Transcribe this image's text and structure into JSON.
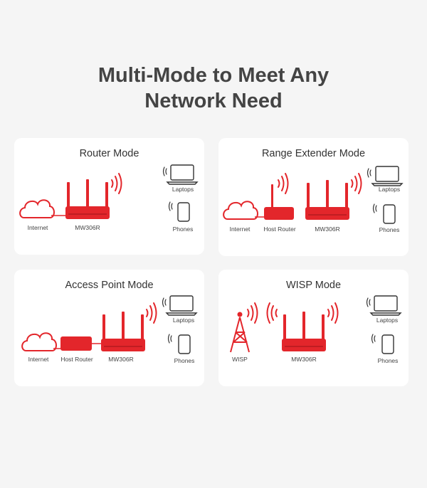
{
  "title_line1": "Multi-Mode to Meet Any",
  "title_line2": "Network Need",
  "colors": {
    "accent": "#e3262b",
    "dark": "#333333",
    "card": "#ffffff",
    "background": "#f5f5f5"
  },
  "cards": {
    "router": {
      "title": "Router Mode",
      "labels": {
        "internet": "Internet",
        "device": "MW306R",
        "laptops": "Laptops",
        "phones": "Phones"
      }
    },
    "range": {
      "title": "Range Extender Mode",
      "labels": {
        "internet": "Internet",
        "host": "Host Router",
        "device": "MW306R",
        "laptops": "Laptops",
        "phones": "Phones"
      }
    },
    "ap": {
      "title": "Access Point Mode",
      "labels": {
        "internet": "Internet",
        "host": "Host Router",
        "device": "MW306R",
        "laptops": "Laptops",
        "phones": "Phones"
      }
    },
    "wisp": {
      "title": "WISP Mode",
      "labels": {
        "wisp": "WISP",
        "device": "MW306R",
        "laptops": "Laptops",
        "phones": "Phones"
      }
    }
  }
}
